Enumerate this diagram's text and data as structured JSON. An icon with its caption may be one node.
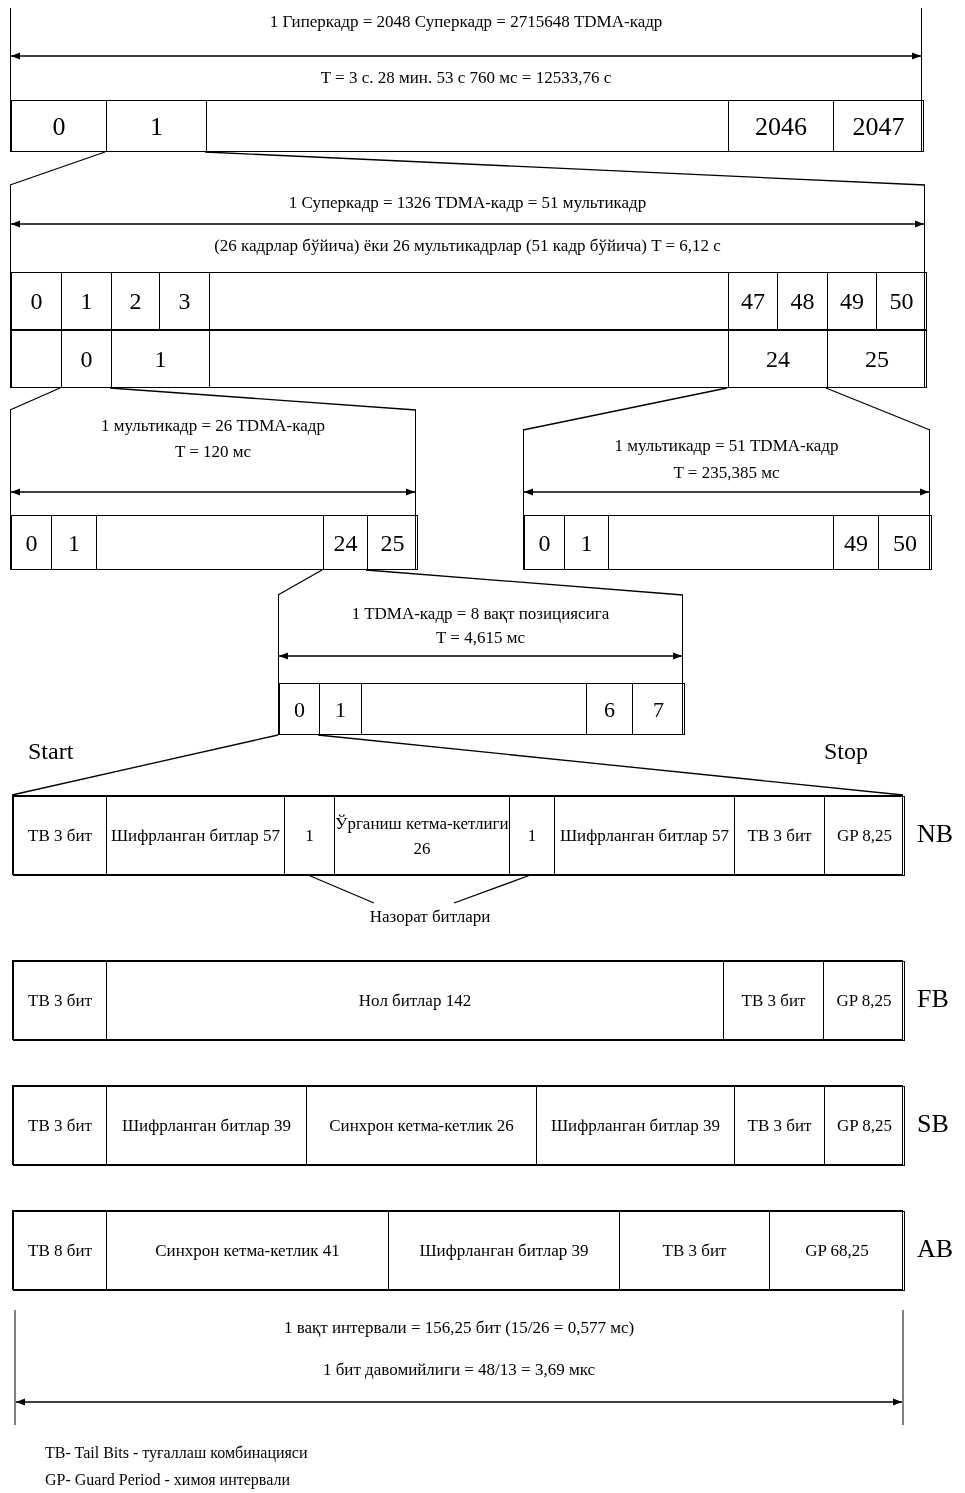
{
  "diagram": {
    "nodes": [
      {
        "text": [
          "1 Гиперкадр = 2048 Суперкадр = 2715648 TDMA-кадр",
          "T = 3 с. 28 мин. 53 с 760 мс = 12533,76 с"
        ]
      },
      {
        "text": [
          "0"
        ],
        "in": 0
      },
      {
        "text": [
          "1"
        ],
        "in": 0
      },
      {
        "text": [],
        "shape": "box",
        "in": 0
      },
      {
        "text": [
          "2046"
        ],
        "in": 0
      },
      {
        "text": [
          "2047"
        ],
        "in": 0
      },
      {
        "text": [
          "1 Суперкадр = 1326 TDMA-кадр = 51 мультикадр",
          "(26 кадрлар бўйича) ёки 26 мультикадрлар (51 кадр бўйича)  T = 6,12 с"
        ]
      },
      {
        "text": [
          "0"
        ],
        "in": 6
      },
      {
        "text": [
          "1"
        ],
        "in": 6
      },
      {
        "text": [
          "2"
        ],
        "in": 6
      },
      {
        "text": [
          "3"
        ],
        "in": 6
      },
      {
        "text": [],
        "shape": "box",
        "in": 6
      },
      {
        "text": [
          "47"
        ],
        "in": 6
      },
      {
        "text": [
          "48"
        ],
        "in": 6
      },
      {
        "text": [
          "49"
        ],
        "in": 6
      },
      {
        "text": [
          "50"
        ],
        "in": 6
      },
      {
        "text": [],
        "shape": "box",
        "in": 6
      },
      {
        "text": [
          "0"
        ],
        "in": 6
      },
      {
        "text": [
          "1"
        ],
        "in": 6
      },
      {
        "text": [],
        "shape": "box",
        "in": 6
      },
      {
        "text": [
          "24"
        ],
        "in": 6
      },
      {
        "text": [
          "25"
        ],
        "in": 6
      },
      {
        "text": [
          "1 мультикадр = 26 TDMA-кадр",
          "T = 120 мс"
        ]
      },
      {
        "text": [
          "0"
        ],
        "in": 22
      },
      {
        "text": [
          "1"
        ],
        "in": 22
      },
      {
        "text": [],
        "shape": "box",
        "in": 22
      },
      {
        "text": [
          "24"
        ],
        "in": 22
      },
      {
        "text": [
          "25"
        ],
        "in": 22
      },
      {
        "text": [
          "1 мультикадр = 51 TDMA-кадр",
          "T = 235,385 мс"
        ]
      },
      {
        "text": [
          "0"
        ],
        "in": 28
      },
      {
        "text": [
          "1"
        ],
        "in": 28
      },
      {
        "text": [],
        "shape": "box",
        "in": 28
      },
      {
        "text": [
          "49"
        ],
        "in": 28
      },
      {
        "text": [
          "50"
        ],
        "in": 28
      },
      {
        "text": [
          "1 TDMA-кадр = 8 вақт позициясига",
          "T = 4,615 мс"
        ]
      },
      {
        "text": [
          "0"
        ],
        "in": 34
      },
      {
        "text": [
          "1"
        ],
        "in": 34
      },
      {
        "text": [],
        "shape": "box",
        "in": 34
      },
      {
        "text": [
          "6"
        ],
        "in": 34
      },
      {
        "text": [
          "7"
        ],
        "in": 34
      },
      {
        "text": [],
        "shape": "box",
        "beside": [
          "NB"
        ]
      },
      {
        "text": [
          "TB 3 бит"
        ],
        "in": 40
      },
      {
        "text": [
          "Шифрланган битлар 57"
        ],
        "in": 40
      },
      {
        "text": [
          "1"
        ],
        "in": 40
      },
      {
        "text": [
          "Ўрганиш кетма-кетлиги 26"
        ],
        "in": 40
      },
      {
        "text": [
          "1"
        ],
        "in": 40
      },
      {
        "text": [
          "Шифрланган битлар 57"
        ],
        "in": 40
      },
      {
        "text": [
          "TB 3 бит"
        ],
        "in": 40
      },
      {
        "text": [
          "GP 8,25"
        ],
        "in": 40
      },
      {
        "text": [
          "Назорат битлари"
        ]
      },
      {
        "text": [],
        "shape": "box",
        "beside": [
          "FB"
        ]
      },
      {
        "text": [
          "TB 3 бит"
        ],
        "in": 50
      },
      {
        "text": [
          "Нол битлар 142"
        ],
        "in": 50
      },
      {
        "text": [
          "TB 3 бит"
        ],
        "in": 50
      },
      {
        "text": [
          "GP 8,25"
        ],
        "in": 50
      },
      {
        "text": [],
        "shape": "box",
        "beside": [
          "SB"
        ]
      },
      {
        "text": [
          "TB 3 бит"
        ],
        "in": 55
      },
      {
        "text": [
          "Шифрланган битлар 39"
        ],
        "in": 55
      },
      {
        "text": [
          "Синхрон кетма-кетлик 26"
        ],
        "in": 55
      },
      {
        "text": [
          "Шифрланган битлар 39"
        ],
        "in": 55
      },
      {
        "text": [
          "TB 3 бит"
        ],
        "in": 55
      },
      {
        "text": [
          "GP 8,25"
        ],
        "in": 55
      },
      {
        "text": [],
        "shape": "box",
        "beside": [
          "AB"
        ]
      },
      {
        "text": [
          "TB 8 бит"
        ],
        "in": 62
      },
      {
        "text": [
          "Синхрон кетма-кетлик 41"
        ],
        "in": 62
      },
      {
        "text": [
          "Шифрланган битлар 39"
        ],
        "in": 62
      },
      {
        "text": [
          "TB 3 бит"
        ],
        "in": 62
      },
      {
        "text": [
          "GP 68,25"
        ],
        "in": 62
      }
    ],
    "edges": [
      {
        "from": 2,
        "to": 6,
        "arrow": "none"
      },
      {
        "from": 2,
        "to": 6,
        "arrow": "none"
      },
      {
        "from": 17,
        "to": 22,
        "arrow": "none"
      },
      {
        "from": 17,
        "to": 22,
        "arrow": "none"
      },
      {
        "from": 20,
        "to": 28,
        "arrow": "none"
      },
      {
        "from": 20,
        "to": 28,
        "arrow": "none"
      },
      {
        "from": 26,
        "to": 34,
        "arrow": "none"
      },
      {
        "from": 26,
        "to": 34,
        "arrow": "none"
      },
      {
        "from": 35,
        "to": 40,
        "arrow": "none"
      },
      {
        "from": 35,
        "to": 40,
        "arrow": "none"
      },
      {
        "from": 49,
        "to": 43,
        "arrow": "none"
      },
      {
        "from": 49,
        "to": 45,
        "arrow": "none"
      }
    ],
    "labels": [
      "Start",
      "Stop",
      "1 вақт интервали = 156,25 бит (15/26 = 0,577 мс)",
      "1 бит давомийлиги = 48/13  = 3,69 мкс",
      "TB- Tail Bits - туғаллаш комбинацияси",
      "GP- Guard Period - химоя интервали"
    ]
  }
}
